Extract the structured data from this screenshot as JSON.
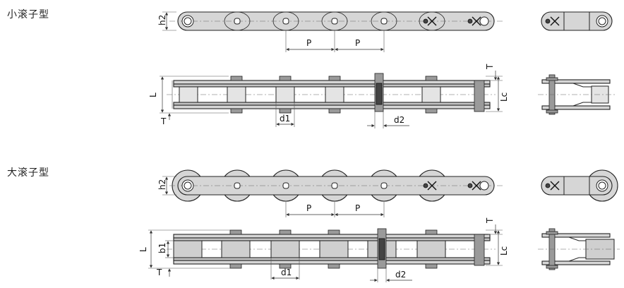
{
  "sections": {
    "small_roller": "小滚子型",
    "large_roller": "大滚子型"
  },
  "labels": {
    "pitch": "P",
    "h2": "h2",
    "L": "L",
    "Lc": "Lc",
    "T": "T",
    "d1": "d1",
    "d2": "d2",
    "b1": "b1"
  }
}
